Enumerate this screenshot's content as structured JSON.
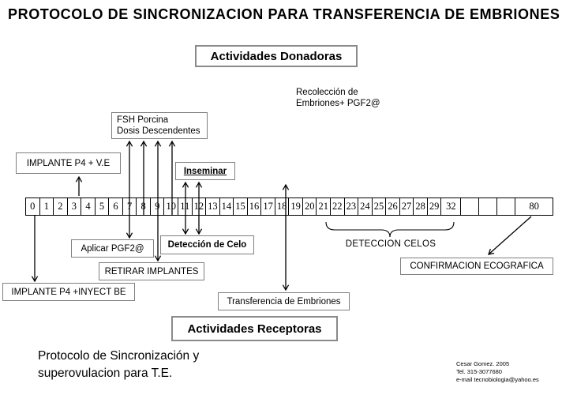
{
  "title": "PROTOCOLO DE SINCRONIZACION PARA TRANSFERENCIA DE EMBRIONES",
  "headers": {
    "donors": "Actividades Donadoras",
    "receptors": "Actividades Receptoras"
  },
  "notes": {
    "recoleccion_line1": "Recolección de",
    "recoleccion_line2": "Embriones+ PGF2@"
  },
  "boxes": {
    "fsh_line1": "FSH Porcina",
    "fsh_line2": "Dosis Descendentes",
    "implante_ve": "IMPLANTE P4 + V.E",
    "inseminar": "Inseminar",
    "aplicar_pgf": "Aplicar PGF2@",
    "deteccion_celo": "Detección de Celo",
    "retirar_implantes": "RETIRAR IMPLANTES",
    "implante_inyect": "IMPLANTE P4 +INYECT BE",
    "transferencia": "Transferencia  de Embriones",
    "confirmacion": "CONFIRMACION ECOGRAFICA"
  },
  "labels": {
    "deteccion_celos": "DETECCION CELOS"
  },
  "timeline": {
    "cells": [
      "0",
      "1",
      "2",
      "3",
      "4",
      "5",
      "6",
      "7",
      "8",
      "9",
      "10",
      "11",
      "12",
      "13",
      "14",
      "15",
      "16",
      "17",
      "18",
      "19",
      "20",
      "21",
      "22",
      "23",
      "24",
      "25",
      "26",
      "27",
      "28",
      "29",
      "32",
      "",
      "",
      "",
      "80"
    ]
  },
  "footer": {
    "caption_line1": "Protocolo de Sincronización  y",
    "caption_line2": "superovulacion para T.E.",
    "credit_line1": "Cesar  Gomez. 2005",
    "credit_line2": "Tel. 315-3077680",
    "credit_line3": "e-mail tecnobiologia@yahoo.es"
  },
  "colors": {
    "box_border": "#7f7f7f",
    "line_color": "#000000",
    "background": "#ffffff"
  }
}
